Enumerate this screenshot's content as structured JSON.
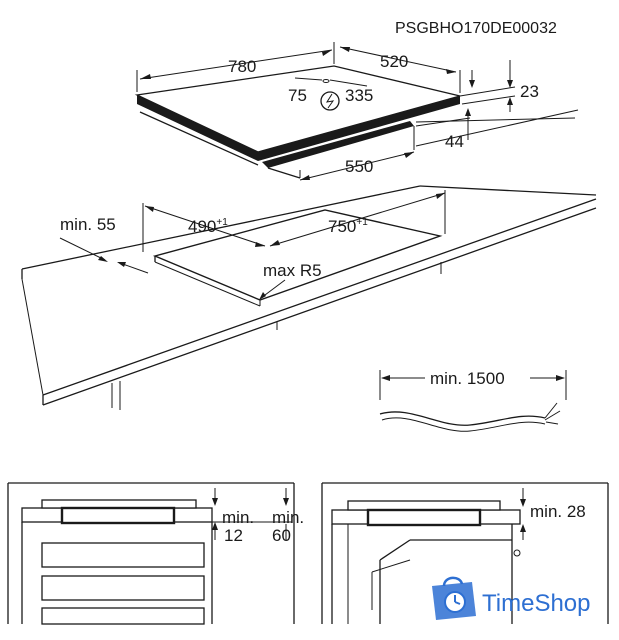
{
  "doc_code": "PSGBHO170DE00032",
  "hob": {
    "width": "780",
    "depth": "520",
    "offset_left": "75",
    "offset_right": "335",
    "thickness": "23",
    "body_height": "44",
    "body_depth": "550"
  },
  "cutout": {
    "side_min": "min. 55",
    "depth": "490",
    "depth_tol": "+1",
    "width": "750",
    "width_tol": "+1",
    "radius": "max R5"
  },
  "cable": {
    "min_length": "min. 1500"
  },
  "section_left": {
    "a_label": "min.",
    "a_value": "12",
    "b_label": "min.",
    "b_value": "60"
  },
  "section_right": {
    "label": "min. 28"
  },
  "brand": {
    "name": "TimeShop",
    "color": "#2d6fd2"
  }
}
